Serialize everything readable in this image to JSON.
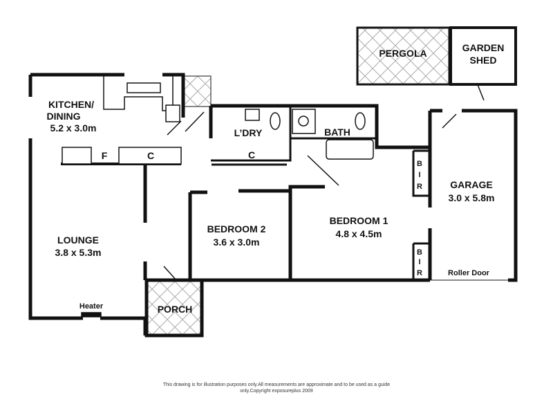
{
  "rooms": {
    "pergola": {
      "name": "PERGOLA"
    },
    "garden_shed": {
      "name_line1": "GARDEN",
      "name_line2": "SHED"
    },
    "kitchen": {
      "name_line1": "KITCHEN/",
      "name_line2": "DINING",
      "size": "5.2 x 3.0m"
    },
    "laundry": {
      "name": "L’DRY",
      "cupboard": "C"
    },
    "bath": {
      "name": "BATH"
    },
    "garage": {
      "name": "GARAGE",
      "size": "3.0 x 5.8m",
      "door": "Roller Door"
    },
    "lounge": {
      "name": "LOUNGE",
      "size": "3.8 x 5.3m",
      "heater": "Heater"
    },
    "bedroom2": {
      "name": "BEDROOM 2",
      "size": "3.6 x 3.0m"
    },
    "bedroom1": {
      "name": "BEDROOM 1",
      "size": "4.8 x 4.5m"
    },
    "porch": {
      "name": "PORCH"
    },
    "fridge": "F",
    "kitchen_cupboard": "C",
    "bir": [
      "B",
      "I",
      "R"
    ]
  },
  "disclaimer": "This drawing is for illustration purposes only.All measurements are approximate and to be used as a guide only.Copyright exposureplus 2009"
}
